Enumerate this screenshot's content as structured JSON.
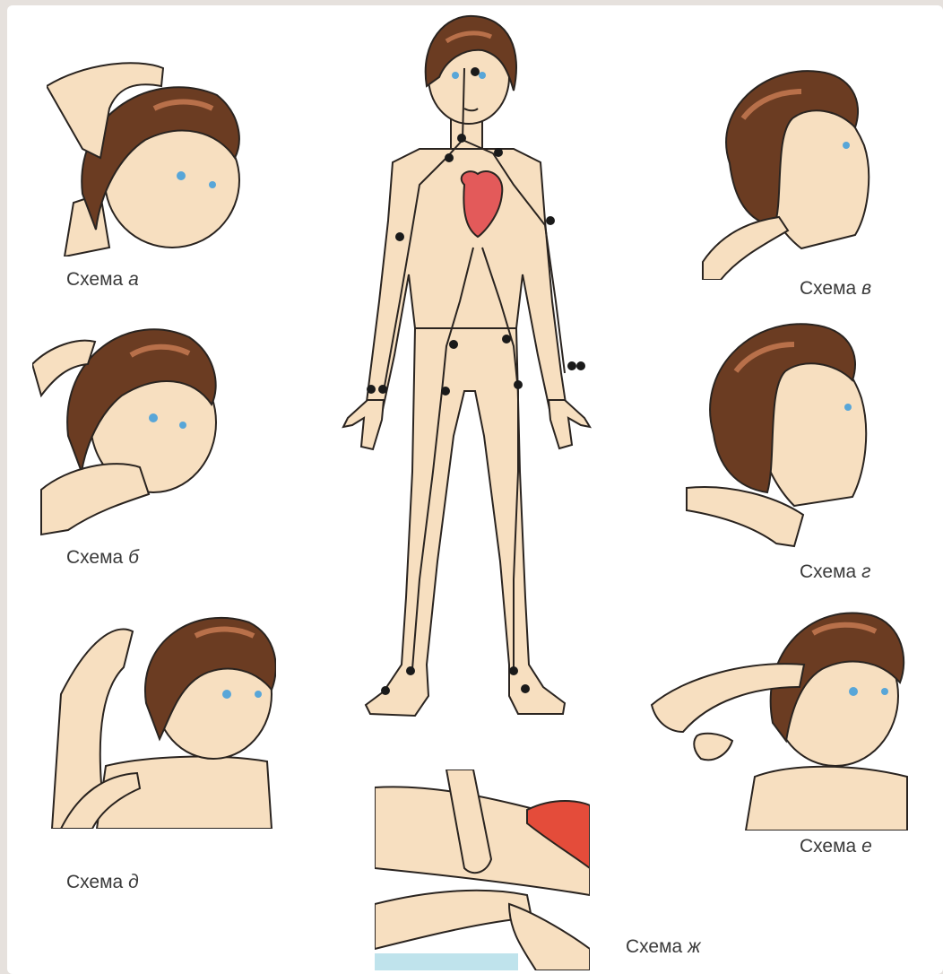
{
  "colors": {
    "skin": "#f7dfc0",
    "skin_shadow": "#eecba5",
    "outline": "#2a2420",
    "hair": "#6b3c22",
    "hair_highlight": "#b8704a",
    "iris": "#58a6d8",
    "heart": "#e35a5a",
    "node": "#1a1a1a",
    "vessel": "#2a2420",
    "fabric_red": "#e44c3a",
    "fabric_blue": "#bfe3ec"
  },
  "schemes": [
    {
      "word": "Схема",
      "letter": "а"
    },
    {
      "word": "Схема",
      "letter": "б"
    },
    {
      "word": "Схема",
      "letter": "в"
    },
    {
      "word": "Схема",
      "letter": "г"
    },
    {
      "word": "Схема",
      "letter": "д"
    },
    {
      "word": "Схема",
      "letter": "е"
    },
    {
      "word": "Схема",
      "letter": "ж"
    }
  ]
}
